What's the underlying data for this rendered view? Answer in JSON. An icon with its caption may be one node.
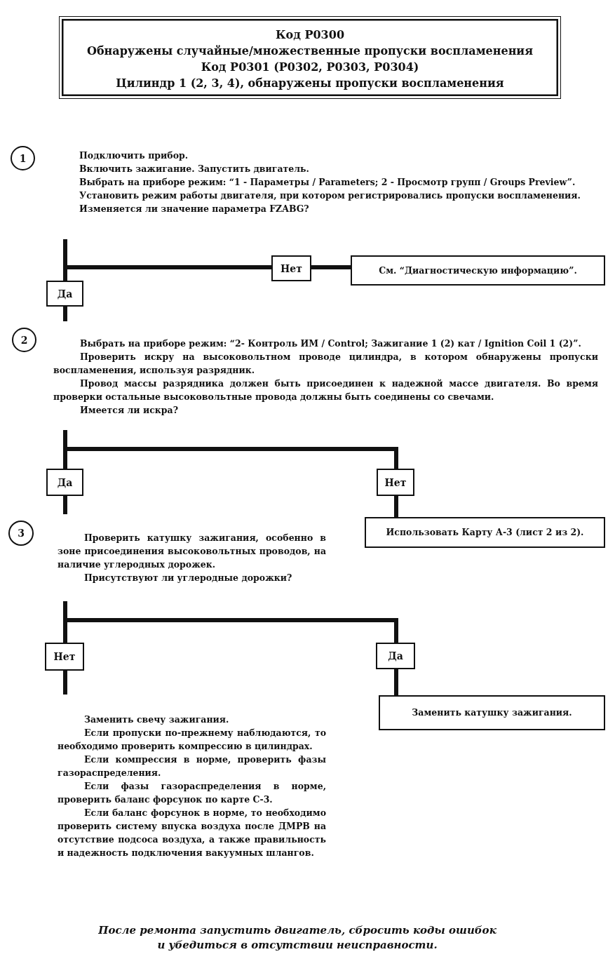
{
  "diagram": {
    "nodes": [
      {
        "text": [
          "Код P0300",
          "Обнаружены случайные/множественные пропуски воспламенения",
          "Код P0301 (P0302, P0303, P0304)",
          "Цилиндр 1 (2, 3, 4), обнаружены пропуски воспламенения"
        ]
      },
      {
        "text": [
          "1"
        ]
      },
      {
        "text": [
          "Подключить прибор.",
          "Включить зажигание. Запустить двигатель.",
          "Выбрать на приборе режим: “1 - Параметры / Parameters; 2 - Просмотр групп / Groups Preview”.",
          "Установить режим работы двигателя, при котором регистрировались пропуски воспламенения.",
          "Изменяется ли значение параметра FZABG?"
        ]
      },
      {
        "text": [
          "Нет"
        ]
      },
      {
        "text": [
          "См. “Диагностическую информацию”."
        ]
      },
      {
        "text": [
          "Да"
        ]
      },
      {
        "text": [
          "2"
        ]
      },
      {
        "text": [
          "Выбрать на приборе режим: “2- Контроль ИМ / Control; Зажигание 1 (2) кат / Ignition Coil 1 (2)”.",
          "Проверить искру на высоковольтном проводе цилиндра, в котором обнаружены пропуски воспламенения, используя разрядник.",
          "Провод массы разрядника должен быть присоединен к надежной массе двигателя. Во время проверки остальные высоковольтные провода должны быть соединены со свечами.",
          "Имеется ли искра?"
        ]
      },
      {
        "text": [
          "Да"
        ]
      },
      {
        "text": [
          "Нет"
        ]
      },
      {
        "text": [
          "3"
        ]
      },
      {
        "text": [
          "Проверить катушку зажигания, особенно в зоне присоединения высоковольтных проводов, на наличие углеродных дорожек.",
          "Присутствуют ли углеродные дорожки?"
        ]
      },
      {
        "text": [
          "Использовать Карту А-3 (лист 2 из 2)."
        ]
      },
      {
        "text": [
          "Нет"
        ]
      },
      {
        "text": [
          "Да"
        ]
      },
      {
        "text": [
          "Заменить свечу зажигания.",
          "Если пропуски по-прежнему наблюдаются, то необходимо проверить компрессию в цилиндрах.",
          "Если компрессия в норме, проверить фазы газораспределения.",
          "Если фазы газораспределения в норме, проверить баланс форсунок по карте С-3.",
          "Если баланс форсунок в норме, то необходимо проверить систему впуска воздуха после ДМРВ на отсутствие подсоса воздуха, а также правильность и надежность подключения вакуумных шлангов."
        ]
      },
      {
        "text": [
          "Заменить катушку зажигания."
        ]
      }
    ],
    "edges": [
      {
        "from": 2,
        "to": 5,
        "arrow": "none"
      },
      {
        "from": 2,
        "to": 3,
        "arrow": "none"
      },
      {
        "from": 3,
        "to": 4,
        "arrow": "none"
      },
      {
        "from": 5,
        "to": 7,
        "arrow": "none"
      },
      {
        "from": 7,
        "to": 8,
        "arrow": "none"
      },
      {
        "from": 7,
        "to": 9,
        "arrow": "none"
      },
      {
        "from": 8,
        "to": 11,
        "arrow": "none"
      },
      {
        "from": 9,
        "to": 12,
        "arrow": "none"
      },
      {
        "from": 11,
        "to": 13,
        "arrow": "none"
      },
      {
        "from": 11,
        "to": 14,
        "arrow": "none"
      },
      {
        "from": 13,
        "to": 15,
        "arrow": "none"
      },
      {
        "from": 14,
        "to": 16,
        "arrow": "none"
      }
    ],
    "caption": "После ремонта запустить двигатель, сбросить коды ошибок и убедиться в отсутствии неисправности."
  }
}
